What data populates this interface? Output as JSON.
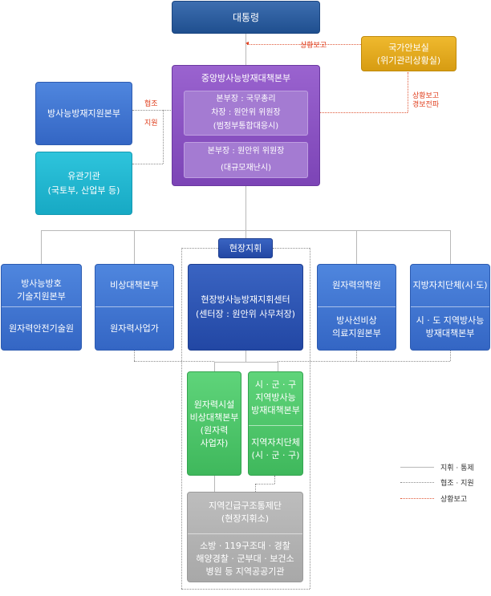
{
  "nodes": {
    "president": "대통령",
    "national_security": {
      "line1": "국가안보실",
      "line2": "(위기관리상황실)"
    },
    "central_hq": {
      "title": "중앙방사능방재대책본부",
      "sub1": {
        "line1": "본부장 : 국무총리",
        "line2": "차장 : 원안위 위원장",
        "line3": "(범정부통합대응시)"
      },
      "sub2": {
        "line1": "본부장 : 원안위 위원장",
        "line2": "(대규모재난시)"
      }
    },
    "radiation_support_hq": "방사능방재지원본부",
    "related_agencies": {
      "line1": "유관기관",
      "line2": "(국토부, 산업부 등)"
    },
    "field_command": "현장지휘",
    "tech_support": {
      "line1": "방사능방호",
      "line2": "기술지원본부",
      "bottom": "원자력안전기술원"
    },
    "emergency_hq": {
      "top": "비상대책본부",
      "bottom": "원자력사업가"
    },
    "field_center": {
      "line1": "현장방사능방재지휘센터",
      "line2": "(센터장 : 원안위 사무처장)"
    },
    "nuclear_medicine": {
      "top": "원자력의학원",
      "line1": "방사선비상",
      "line2": "의료지원본부"
    },
    "local_gov": {
      "top": "지방자치단체(시·도)",
      "line1": "시 · 도 지역방사능",
      "line2": "방재대책본부"
    },
    "facility_hq": {
      "line1": "원자력시설",
      "line2": "비상대책본부",
      "line3": "(원자력",
      "line4": "사업자)"
    },
    "regional_hq": {
      "line1": "시 · 군 · 구",
      "line2": "지역방사능",
      "line3": "방재대책본부",
      "line4": "지역자치단체",
      "line5": "(시 · 군 · 구)"
    },
    "joint_team": {
      "line1": "지역긴급구조통제단",
      "line2": "(현장지휘소)",
      "line3": "소방 · 119구조대 · 경찰",
      "line4": "해양경찰 · 군부대 · 보건소",
      "line5": "병원 등 지역공공기관"
    }
  },
  "edge_labels": {
    "situation_report": "상황보고",
    "cooperation": "협조",
    "support": "지원",
    "report_warn_1": "상황보고",
    "report_warn_2": "경보전파"
  },
  "legend": {
    "command": "지휘 · 통제",
    "cooperation_support": "협조 · 지원",
    "situation_report": "상황보고"
  },
  "colors": {
    "president": "#2a5c9e",
    "national_security": "#e0a51e",
    "central_hq": "#8a52c2",
    "blue_nodes": "#3f73d0",
    "field_center": "#2a4fae",
    "teal": "#20b6cf",
    "green": "#4cc468",
    "grey": "#b0b0b0",
    "report_line": "#e05a3a"
  }
}
